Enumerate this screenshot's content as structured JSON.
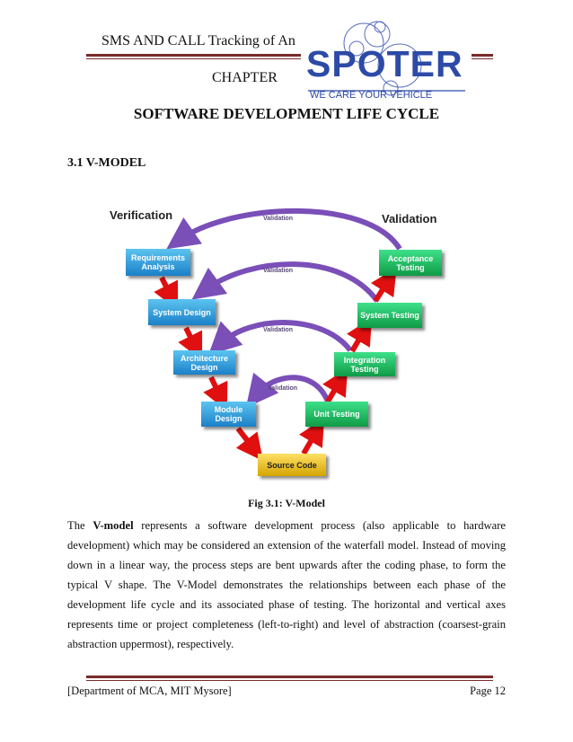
{
  "header": {
    "running_title": "SMS AND CALL Tracking of An",
    "chapter": "CHAPTER"
  },
  "logo": {
    "word": "SPOTER",
    "tagline": "WE CARE YOUR VEHICLE"
  },
  "title": "SOFTWARE DEVELOPMENT LIFE CYCLE",
  "section": "3.1 V-MODEL",
  "diagram": {
    "left_label": "Verification",
    "right_label": "Validation",
    "arc_label": "Validation",
    "verification": [
      "Requirements Analysis",
      "System Design",
      "Architecture Design",
      "Module Design"
    ],
    "validation": [
      "Acceptance Testing",
      "System Testing",
      "Integration Testing",
      "Unit Testing"
    ],
    "bottom": "Source Code"
  },
  "caption": "Fig 3.1: V-Model",
  "paragraph": {
    "lead": "The ",
    "bold": "V-model",
    "rest": " represents a software development process (also applicable to hardware development) which may be considered an extension of the waterfall model. Instead of moving down in a linear way, the process steps are bent upwards after the coding phase, to form the typical V shape. The V-Model demonstrates the relationships between each phase of the development life cycle and its associated phase of testing. The horizontal and vertical axes represents time or project completeness (left-to-right) and level of abstraction (coarsest-grain abstraction uppermost), respectively."
  },
  "footer": {
    "left": "[Department of MCA, MIT Mysore]",
    "right": "Page 12"
  }
}
